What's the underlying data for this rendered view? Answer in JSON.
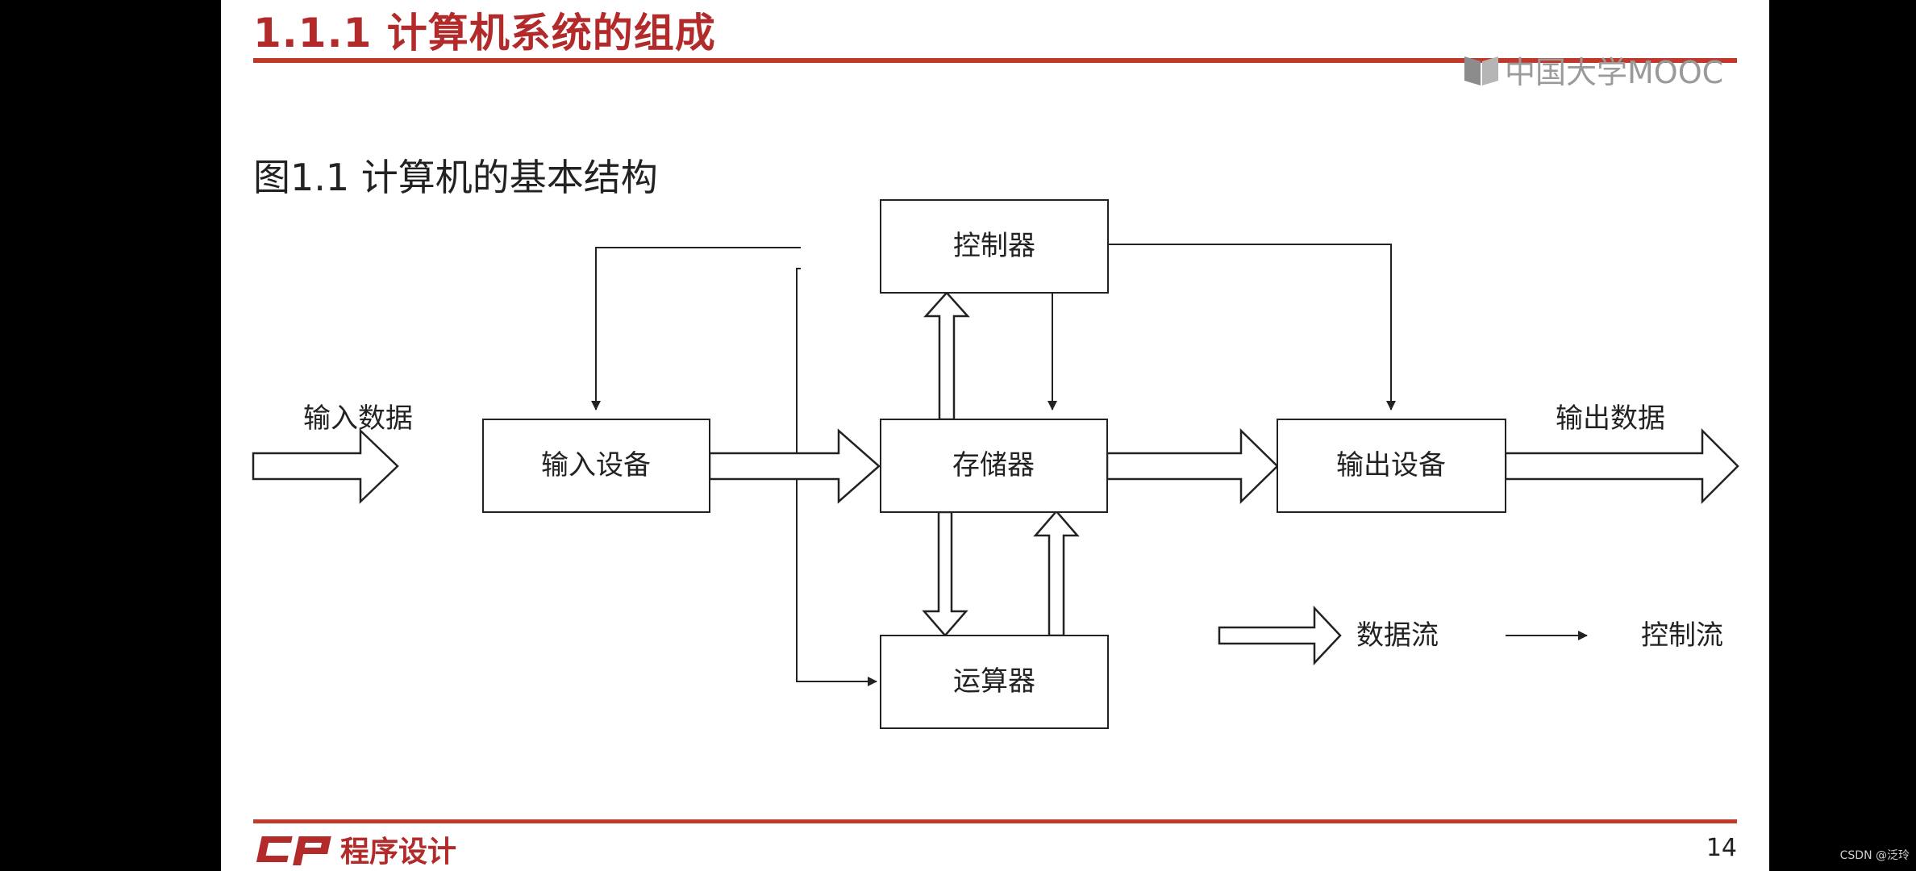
{
  "slide": {
    "title": "1.1.1 计算机系统的组成",
    "brand": "中国大学MOOC",
    "figure_caption": "图1.1 计算机的基本结构",
    "footer_text": "程序设计",
    "page_number": "14"
  },
  "diagram": {
    "nodes": {
      "controller": "控制器",
      "input_device": "输入设备",
      "memory": "存储器",
      "output_device": "输出设备",
      "alu": "运算器"
    },
    "labels": {
      "input_data": "输入数据",
      "output_data": "输出数据"
    },
    "legend": {
      "data_flow": "数据流",
      "control_flow": "控制流"
    }
  },
  "watermark": "CSDN @泛玲",
  "colors": {
    "accent": "#c0392b",
    "title": "#b22a2a",
    "line": "#222222"
  }
}
